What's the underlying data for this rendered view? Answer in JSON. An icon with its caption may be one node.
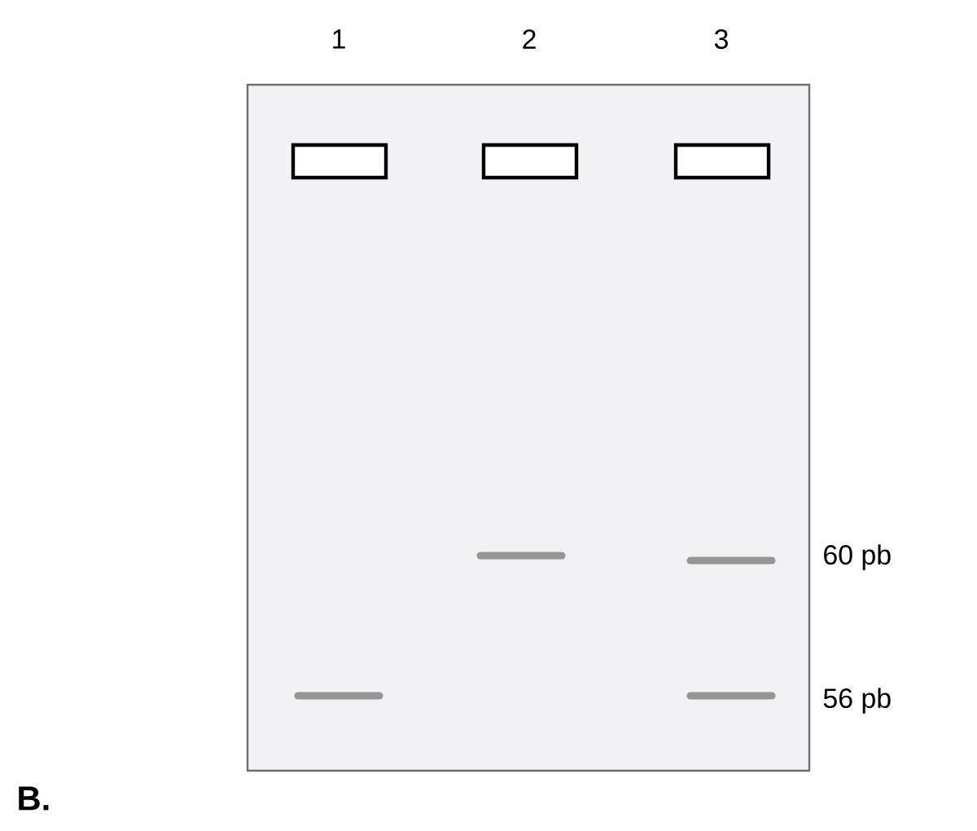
{
  "diagram": {
    "labels": [
      "1",
      "2",
      "3",
      "60 pb",
      "56 pb",
      "B."
    ]
  }
}
